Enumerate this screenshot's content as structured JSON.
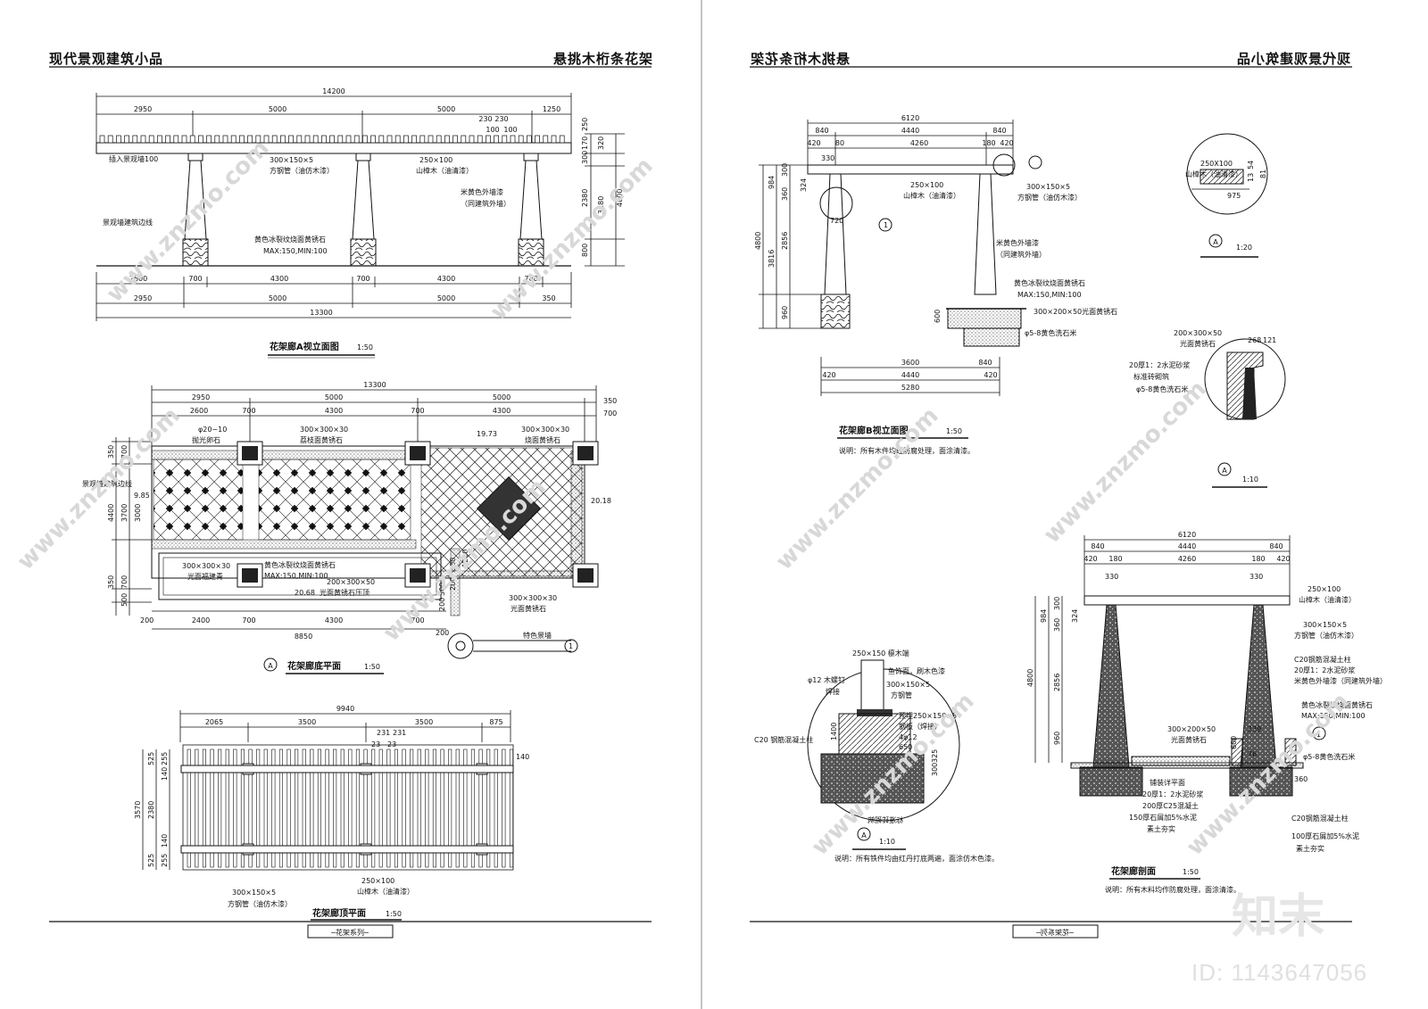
{
  "left_page": {
    "header_left": "现代景观建筑小品",
    "header_right": "悬挑木桁条花架",
    "footer": "─花架系列─",
    "elevation_a": {
      "title": "花架廊A视立面图",
      "scale": "1:50",
      "top_dims": [
        "14200",
        "2950",
        "5000",
        "5000",
        "1250",
        "230",
        "230",
        "100",
        "100"
      ],
      "side_dims": [
        "250",
        "170",
        "320",
        "300",
        "2380",
        "3180",
        "4000",
        "800"
      ],
      "bottom_dims": [
        "2600",
        "700",
        "4300",
        "700",
        "4300",
        "700",
        "2950",
        "5000",
        "5000",
        "350",
        "13300"
      ],
      "labels": [
        "插入景观墙100",
        "300×150×5",
        "方钢管（油仿木漆）",
        "250×100",
        "山樟木（油清漆）",
        "米黄色外墙漆",
        "（同建筑外墙）",
        "景观墙建筑边线",
        "黄色冰裂纹烧面黄锈石",
        "MAX:150,MIN:100"
      ]
    },
    "plan": {
      "title": "花架廊底平面",
      "marker": "A",
      "scale": "1:50",
      "top_dims": [
        "13300",
        "2950",
        "5000",
        "5000",
        "350",
        "2600",
        "700",
        "4300",
        "700",
        "4300",
        "700"
      ],
      "side_dims": [
        "350",
        "700",
        "4400",
        "3700",
        "3000",
        "350",
        "700",
        "500"
      ],
      "bottom_dims": [
        "200",
        "2400",
        "700",
        "4300",
        "700",
        "8850",
        "200"
      ],
      "labels": [
        "φ20~10",
        "抛光卵石",
        "300×300×30",
        "荔枝面黄锈石",
        "19.73",
        "300×300×30",
        "烧面黄锈石",
        "景观墙建筑边线",
        "9.85",
        "20.18",
        "300×300×30",
        "光面福建青",
        "黄色冰裂纹烧面黄锈石",
        "MAX:150,MIN:100",
        "200×300×50",
        "光面黄锈石压顶",
        "20.68",
        "300×300×30",
        "光面黄锈石",
        "特色景墙",
        "200",
        "300",
        "200",
        "300",
        "1200",
        "1"
      ]
    },
    "roof_plan": {
      "title": "花架廊顶平面",
      "scale": "1:50",
      "top_dims": [
        "9940",
        "2065",
        "3500",
        "3500",
        "875",
        "231",
        "231",
        "23",
        "23"
      ],
      "side_dims": [
        "3570",
        "2380",
        "525",
        "255",
        "140",
        "140",
        "255",
        "525",
        "140"
      ],
      "labels": [
        "300×150×5",
        "方钢管（油仿木漆）",
        "250×100",
        "山樟木（油清漆）"
      ]
    }
  },
  "right_page": {
    "header_left": "悬挑木桁条花架",
    "header_right": "现代景观建筑小品",
    "footer": "─花架系列─",
    "elevation_b": {
      "title": "花架廊B视立面图",
      "scale": "1:50",
      "note": "说明：所有木件均经防腐处理，面涂清漆。",
      "top_dims": [
        "6120",
        "840",
        "4440",
        "840",
        "420",
        "80",
        "4260",
        "180",
        "420"
      ],
      "side_dims": [
        "984",
        "300",
        "360",
        "324",
        "4800",
        "3816",
        "2856",
        "960",
        "330",
        "720",
        "600"
      ],
      "bottom_dims": [
        "3600",
        "840",
        "420",
        "4440",
        "420",
        "5280"
      ],
      "labels": [
        "250×100",
        "山樟木（油清漆）",
        "300×150×5",
        "方钢管（油仿木漆）",
        "米黄色外墙漆",
        "（同建筑外墙）",
        "黄色冰裂纹烧面黄锈石",
        "MAX:150,MIN:100",
        "300×200×50光面黄锈石",
        "φ5-8黄色洗石米",
        "1"
      ]
    },
    "detail_top": {
      "marker": "A",
      "scale": "1:20",
      "labels": [
        "250X100",
        "山樟木（油清漆）",
        "975",
        "13",
        "54",
        "81"
      ]
    },
    "detail_coping": {
      "marker": "A",
      "scale": "1:10",
      "labels": [
        "200×300×50",
        "光面黄锈石",
        "268",
        "121",
        "20厚1：2水泥砂浆",
        "标准砖砌筑",
        "φ5-8黄色洗石米"
      ]
    },
    "detail_footing": {
      "marker": "A",
      "scale": "1:10",
      "note": "说明：所有铁件均由红丹打底两遍，面涂仿木色漆。",
      "labels": [
        "250×150 檩木端",
        "φ12 木螺钉",
        "焊接",
        "鱼饰面，刷木色漆",
        "300×150×5",
        "方钢管",
        "预埋250×150×5",
        "钢板（焊接）",
        "4φ12",
        "650",
        "C20 钢筋混凝土柱",
        "1400",
        "325",
        "300",
        "标准砖砌筑"
      ]
    },
    "section": {
      "title": "花架廊剖面",
      "scale": "1:50",
      "note": "说明：所有木料均作防腐处理，面涂清漆。",
      "top_dims": [
        "6120",
        "840",
        "4440",
        "840",
        "420",
        "180",
        "4260",
        "180",
        "420",
        "330",
        "330"
      ],
      "side_dims": [
        "984",
        "360",
        "300",
        "324",
        "4800",
        "2856",
        "960",
        "600",
        "239",
        "76",
        "360"
      ],
      "labels": [
        "250×100",
        "山樟木（油清漆）",
        "300×150×5",
        "方钢管（油仿木漆）",
        "C20钢筋混凝土柱",
        "20厚1：2水泥砂浆",
        "米黄色外墙漆（同建筑外墙）",
        "黄色冰裂纹烧面黄锈石",
        "MAX:150,MIN:100",
        "300×200×50",
        "光面黄锈石",
        "φ5-8黄色洗石米",
        "铺装详平面",
        "20厚1：2水泥砂浆",
        "200厚C25混凝土",
        "150厚石屑加5%水泥",
        "素土夯实",
        "C20钢筋混凝土柱",
        "100厚石屑加5%水泥",
        "素土夯实",
        "1"
      ]
    }
  },
  "watermark": {
    "site": "www.znzmo.com",
    "brand_cn": "知末",
    "id_label": "ID: 1143647056"
  }
}
